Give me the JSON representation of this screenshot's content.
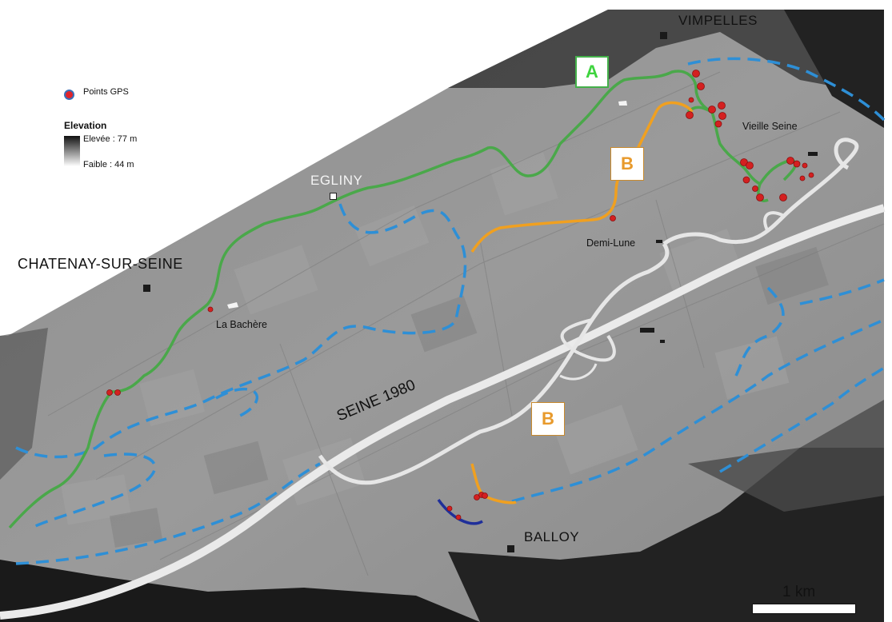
{
  "legend": {
    "gps_points_label": "Points GPS",
    "elevation_title": "Elevation",
    "elevation_high_label": "Elevée : 77 m",
    "elevation_low_label": "Faible : 44 m"
  },
  "towns": {
    "vimpelles": "VIMPELLES",
    "egliny": "EGLINY",
    "chatenay": "CHATENAY-SUR-SEINE",
    "balloy": "BALLOY"
  },
  "sites": {
    "vieille_seine": "Vieille Seine",
    "demi_lune": "Demi-Lune",
    "la_bachere": "La Bachère"
  },
  "river_label": "SEINE 1980",
  "path_tags": {
    "a": "A",
    "b_upper": "B",
    "b_lower": "B"
  },
  "scale_bar_label": "1 km",
  "colors": {
    "path_a": "#4aa84a",
    "path_b": "#f0a020",
    "path_c": "#1f2f9a",
    "dashed_channel": "#2e8fd6",
    "river": "#e8e8e8",
    "gps_point": "#d42020"
  }
}
